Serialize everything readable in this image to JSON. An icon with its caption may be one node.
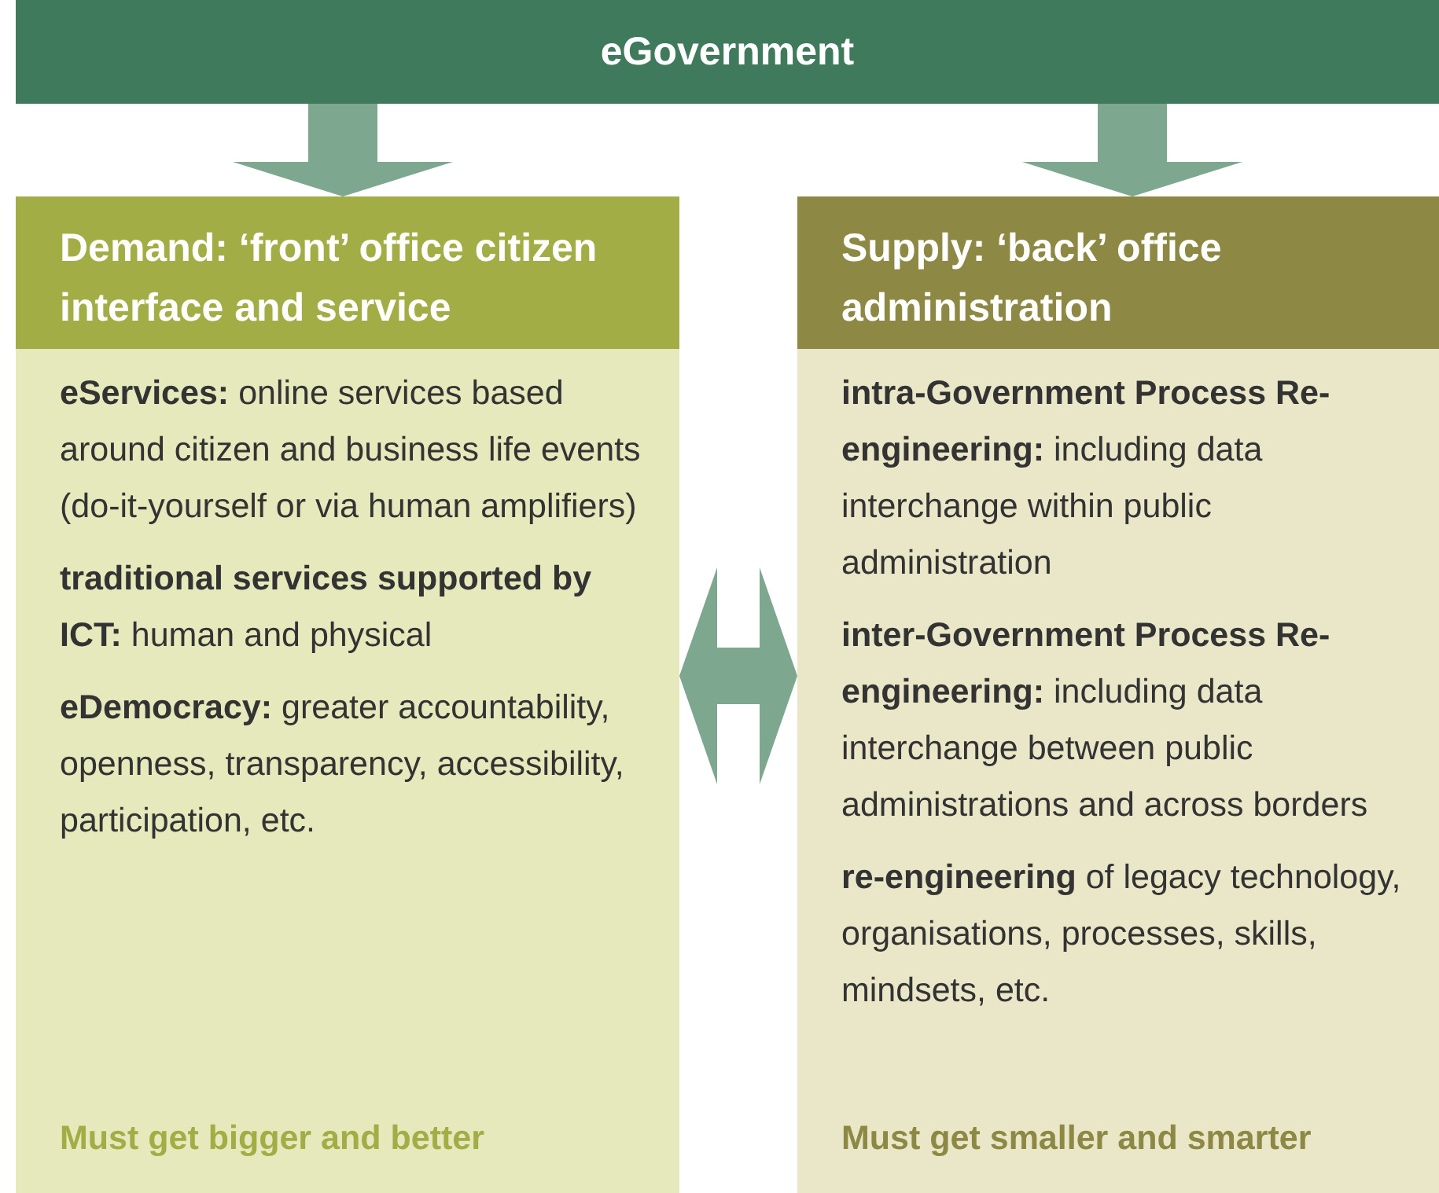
{
  "diagram": {
    "nodes": [
      {
        "text": [
          "eGovernment"
        ]
      },
      {
        "text": [
          "Demand: ‘front’ office citizen interface and service",
          "**eServices:** online services based around citizen and business life events (do-it-yourself or via human amplifiers)",
          "**traditional services supported by ICT:** human and physical",
          "**eDemocracy:** greater accountability, openness, transparency, accessibility, participation, etc.",
          "Must get bigger and better"
        ]
      },
      {
        "text": [
          "Supply: ‘back’ office administration",
          "**intra-Government Process Re-engineering:** including data interchange within public administration",
          "**inter-Government Process Re-engineering:** including data interchange between public administrations and across borders",
          "**re-engineering** of legacy technology, organisations, processes, skills, mindsets, etc.",
          "Must get smaller and smarter"
        ]
      }
    ],
    "edges": [
      {
        "from": 0,
        "to": 1,
        "arrow": "to"
      },
      {
        "from": 0,
        "to": 2,
        "arrow": "to"
      },
      {
        "from": 1,
        "to": 2,
        "arrow": "both"
      }
    ]
  }
}
